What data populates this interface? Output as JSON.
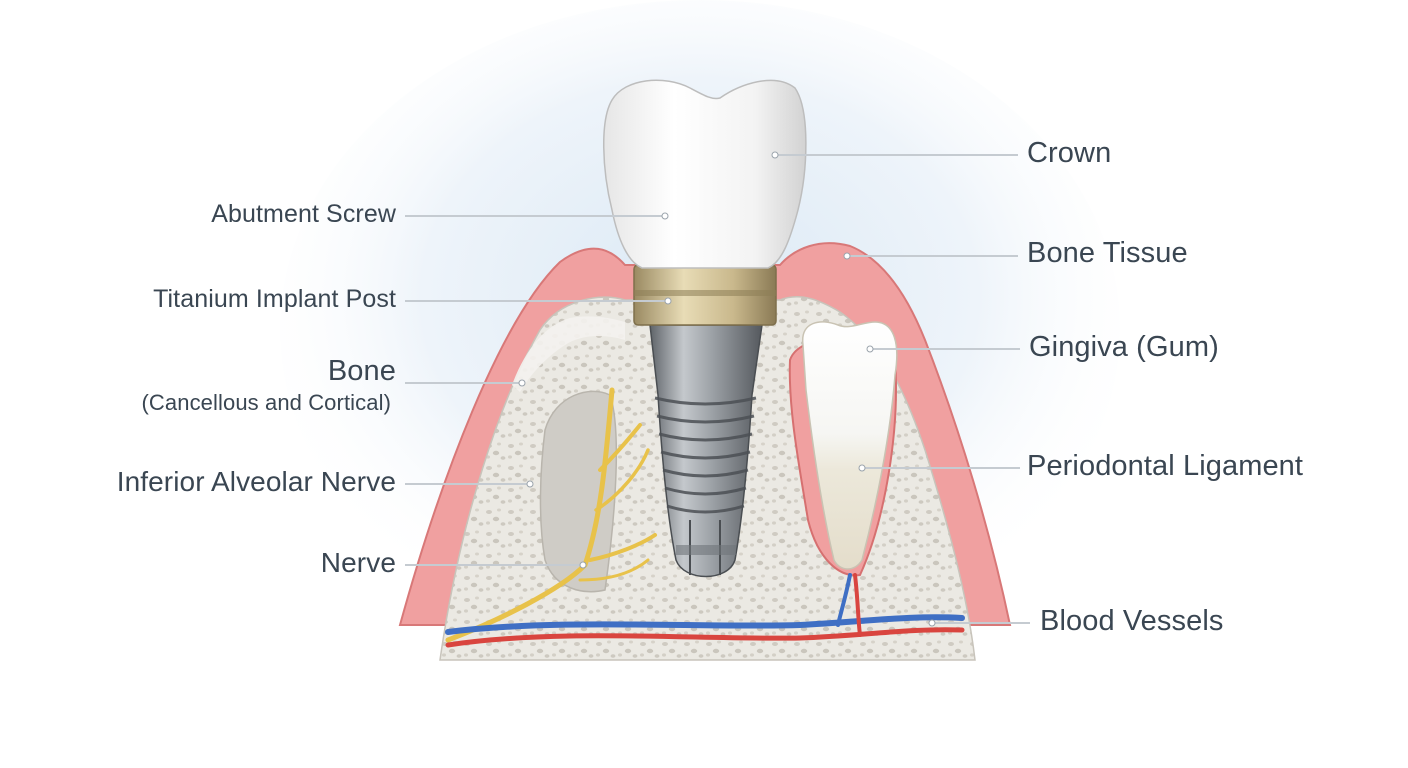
{
  "labels_left": {
    "abutment_screw": "Abutment Screw",
    "titanium_implant_post": "Titanium Implant Post",
    "bone": "Bone",
    "bone_sub": "(Cancellous and Cortical)",
    "inferior_alveolar_nerve": "Inferior Alveolar Nerve",
    "nerve": "Nerve"
  },
  "labels_right": {
    "crown": "Crown",
    "bone_tissue": "Bone Tissue",
    "gingiva": "Gingiva (Gum)",
    "periodontal_ligament": "Periodontal Ligament",
    "blood_vessels": "Blood Vessels"
  },
  "colors": {
    "label_text": "#3a4652",
    "gum": "#e88e8e",
    "bone": "#ebe8e2",
    "titanium": "#8e949a",
    "nerve": "#e8c24a",
    "artery": "#d9453f",
    "vein": "#3f6fc4"
  }
}
